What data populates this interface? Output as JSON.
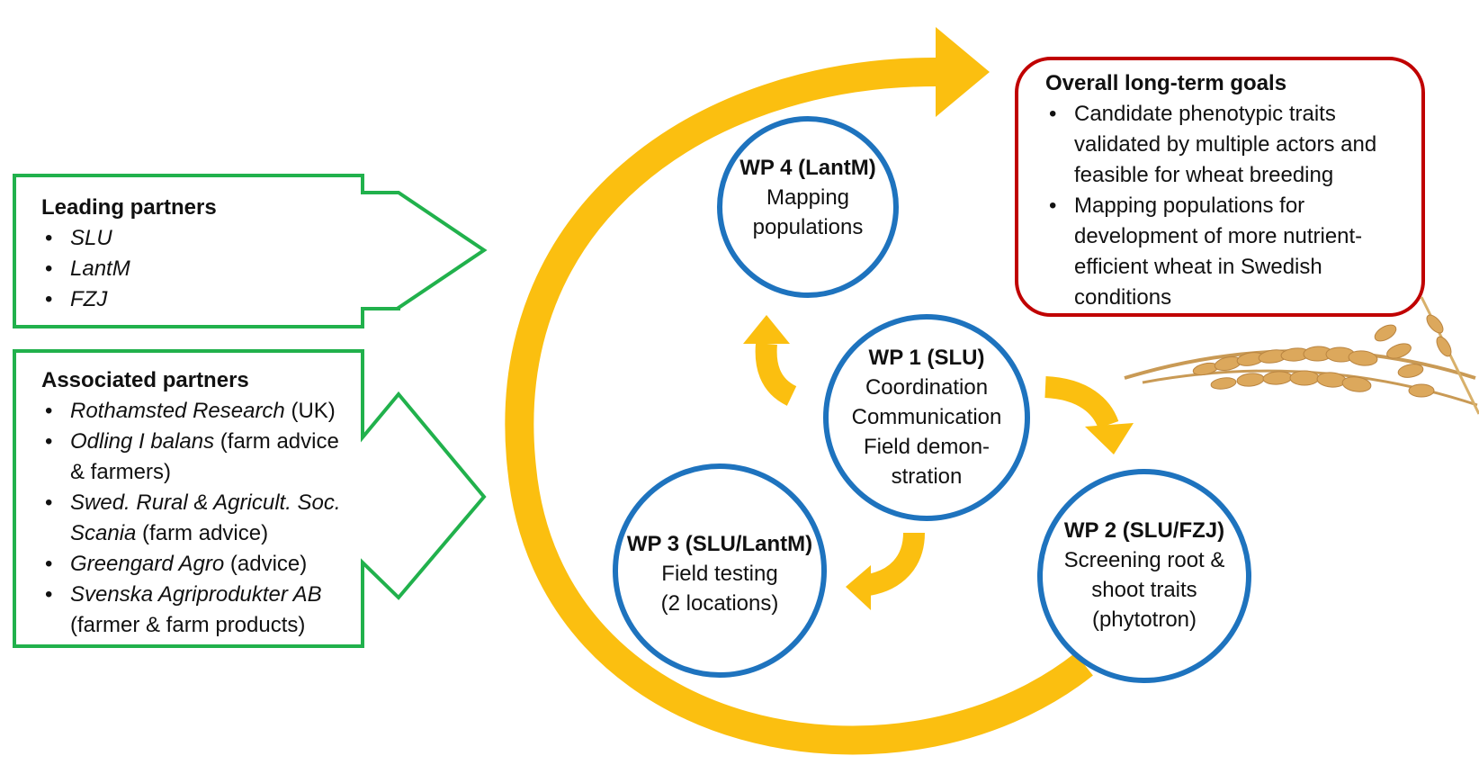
{
  "colors": {
    "partner_box": "#21b14c",
    "goal_box": "#c00000",
    "circle": "#1e73be",
    "arrow": "#fbbf10",
    "wheat": "#d9a55a"
  },
  "leading_partners": {
    "heading": "Leading partners",
    "items": [
      "SLU",
      "LantM",
      "FZJ"
    ]
  },
  "associated_partners": {
    "heading": "Associated partners",
    "items": [
      {
        "name": "Rothamsted Research",
        "note": " (UK)"
      },
      {
        "name": "Odling I balans",
        "note": " (farm advice & farmers)"
      },
      {
        "name": "Swed. Rural & Agricult. Soc. Scania",
        "note": " (farm advice)"
      },
      {
        "name": "Greengard Agro",
        "note": " (advice)"
      },
      {
        "name": "Svenska Agriprodukter AB",
        "note": " (farmer & farm products)"
      }
    ]
  },
  "goals": {
    "heading": "Overall long-term goals",
    "items": [
      "Candidate phenotypic traits validated by multiple actors and feasible for wheat breeding",
      "Mapping populations for development of more nutrient-efficient wheat in Swedish conditions"
    ]
  },
  "wp1": {
    "title": "WP 1 (SLU)",
    "lines": [
      "Coordination",
      "Communication",
      "Field demon-",
      "stration"
    ]
  },
  "wp2": {
    "title": "WP 2 (SLU/FZJ)",
    "lines": [
      "Screening root &",
      "shoot traits",
      "(phytotron)"
    ]
  },
  "wp3": {
    "title": "WP 3 (SLU/LantM)",
    "lines": [
      "Field testing",
      "(2 locations)"
    ]
  },
  "wp4": {
    "title": "WP 4 (LantM)",
    "lines": [
      "Mapping",
      "populations"
    ]
  },
  "icons": {
    "wheat": "wheat-ears-icon"
  }
}
